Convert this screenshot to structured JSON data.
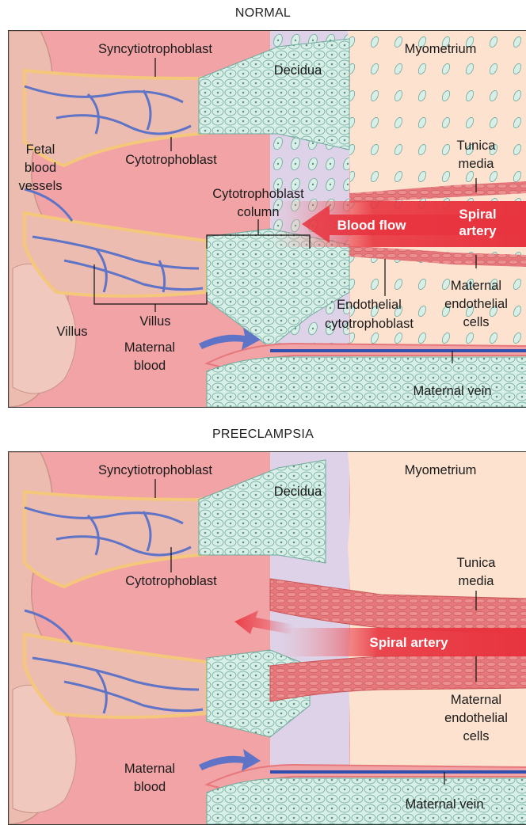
{
  "normal": {
    "title": "NORMAL",
    "labels": {
      "syncytiotrophoblast": "Syncytiotrophoblast",
      "decidua": "Decidua",
      "myometrium": "Myometrium",
      "fetal_blood_vessels": [
        "Fetal",
        "blood",
        "vessels"
      ],
      "cytotrophoblast": "Cytotrophoblast",
      "tunica_media": [
        "Tunica",
        "media"
      ],
      "cytotrophoblast_column": [
        "Cytotrophoblast",
        "column"
      ],
      "blood_flow": "Blood flow",
      "spiral_artery": [
        "Spiral",
        "artery"
      ],
      "maternal_endothelial_cells": [
        "Maternal",
        "endothelial",
        "cells"
      ],
      "endothelial_cytotrophoblast": [
        "Endothelial",
        "cytotrophoblast"
      ],
      "villus_outer": "Villus",
      "villus_inner": "Villus",
      "maternal_blood": [
        "Maternal",
        "blood"
      ],
      "maternal_vein": "Maternal vein"
    }
  },
  "preeclampsia": {
    "title": "PREECLAMPSIA",
    "labels": {
      "syncytiotrophoblast": "Syncytiotrophoblast",
      "decidua": "Decidua",
      "myometrium": "Myometrium",
      "cytotrophoblast": "Cytotrophoblast",
      "tunica_media": [
        "Tunica",
        "media"
      ],
      "spiral_artery": "Spiral artery",
      "maternal_endothelial_cells": [
        "Maternal",
        "endothelial",
        "cells"
      ],
      "maternal_blood": [
        "Maternal",
        "blood"
      ],
      "maternal_vein": "Maternal vein"
    }
  },
  "colors": {
    "maternal_blood_space": "#f2a3a6",
    "decidua": "#ddd2e8",
    "myometrium": "#fde3cf",
    "villus": "#edbcb0",
    "syncytio_orange": "#f4c77a",
    "trophoblast_cell": "#d8efe8",
    "fetal_vessel": "#5f74c6",
    "artery_wall": "#e6787c",
    "flow_arrow": "#e8343f",
    "vein": "#2f4fb0"
  }
}
